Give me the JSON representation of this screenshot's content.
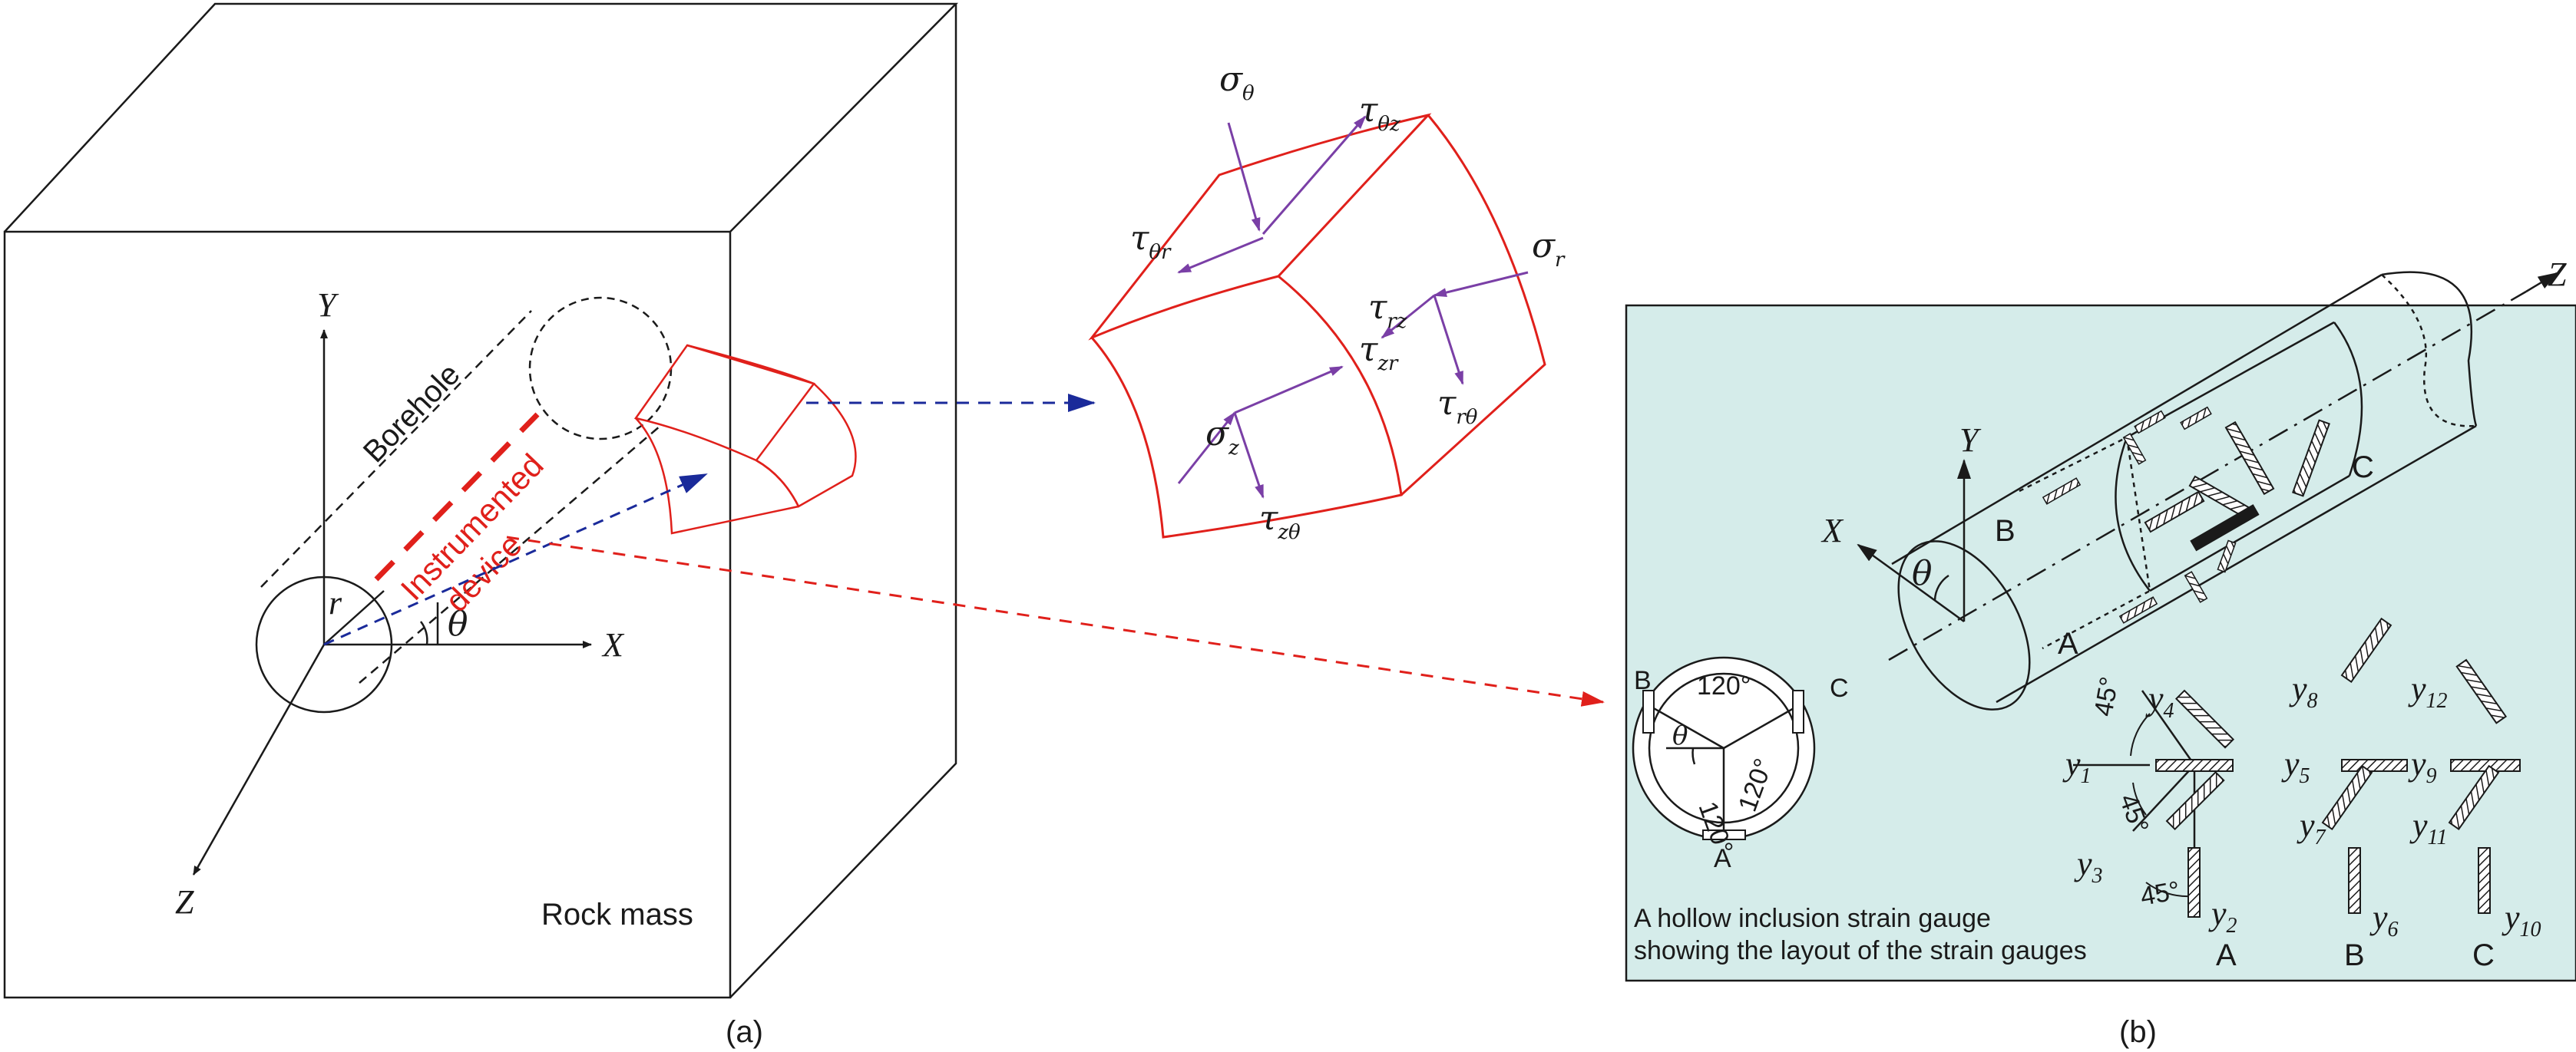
{
  "panel_a": {
    "caption": "(a)",
    "rock_mass_label": "Rock mass",
    "borehole_label": "Borehole",
    "instrumented_label_1": "Instrumented",
    "instrumented_label_2": "device",
    "axis_x": "X",
    "axis_y": "Y",
    "axis_z": "Z",
    "radius": "r",
    "theta": "θ"
  },
  "stress_element": {
    "sigma_theta": "σ",
    "sigma_theta_sub": "θ",
    "tau_theta_z": "τ",
    "tau_theta_z_sub": "θz",
    "tau_theta_r": "τ",
    "tau_theta_r_sub": "θr",
    "sigma_r": "σ",
    "sigma_r_sub": "r",
    "tau_rz": "τ",
    "tau_rz_sub": "rz",
    "tau_zr": "τ",
    "tau_zr_sub": "zr",
    "sigma_z": "σ",
    "sigma_z_sub": "z",
    "tau_r_theta": "τ",
    "tau_r_theta_sub": "rθ",
    "tau_z_theta": "τ",
    "tau_z_theta_sub": "zθ"
  },
  "panel_b": {
    "caption": "(b)",
    "axis_x": "X",
    "axis_y": "Y",
    "axis_z": "Z",
    "theta": "θ",
    "rosette_a": "A",
    "rosette_b": "B",
    "rosette_c": "C",
    "angle_120_top": "120°",
    "angle_120_left": "120°",
    "angle_120_right": "120°",
    "angle_45_a": "45°",
    "angle_45_b": "45°",
    "angle_45_c": "45°",
    "description_1": "A hollow inclusion strain gauge",
    "description_2": "showing the layout of the strain gauges",
    "gauges": {
      "y1": "1",
      "y2": "2",
      "y3": "3",
      "y4": "4",
      "y5": "5",
      "y6": "6",
      "y7": "7",
      "y8": "8",
      "y9": "9",
      "y10": "10",
      "y11": "11",
      "y12": "12"
    },
    "background_color": "#d5ecea"
  },
  "colors": {
    "outline": "#1a1a1a",
    "element_red": "#e0201b",
    "arrow_blue": "#1a2a9a",
    "stress_purple": "#7a3fa6"
  }
}
